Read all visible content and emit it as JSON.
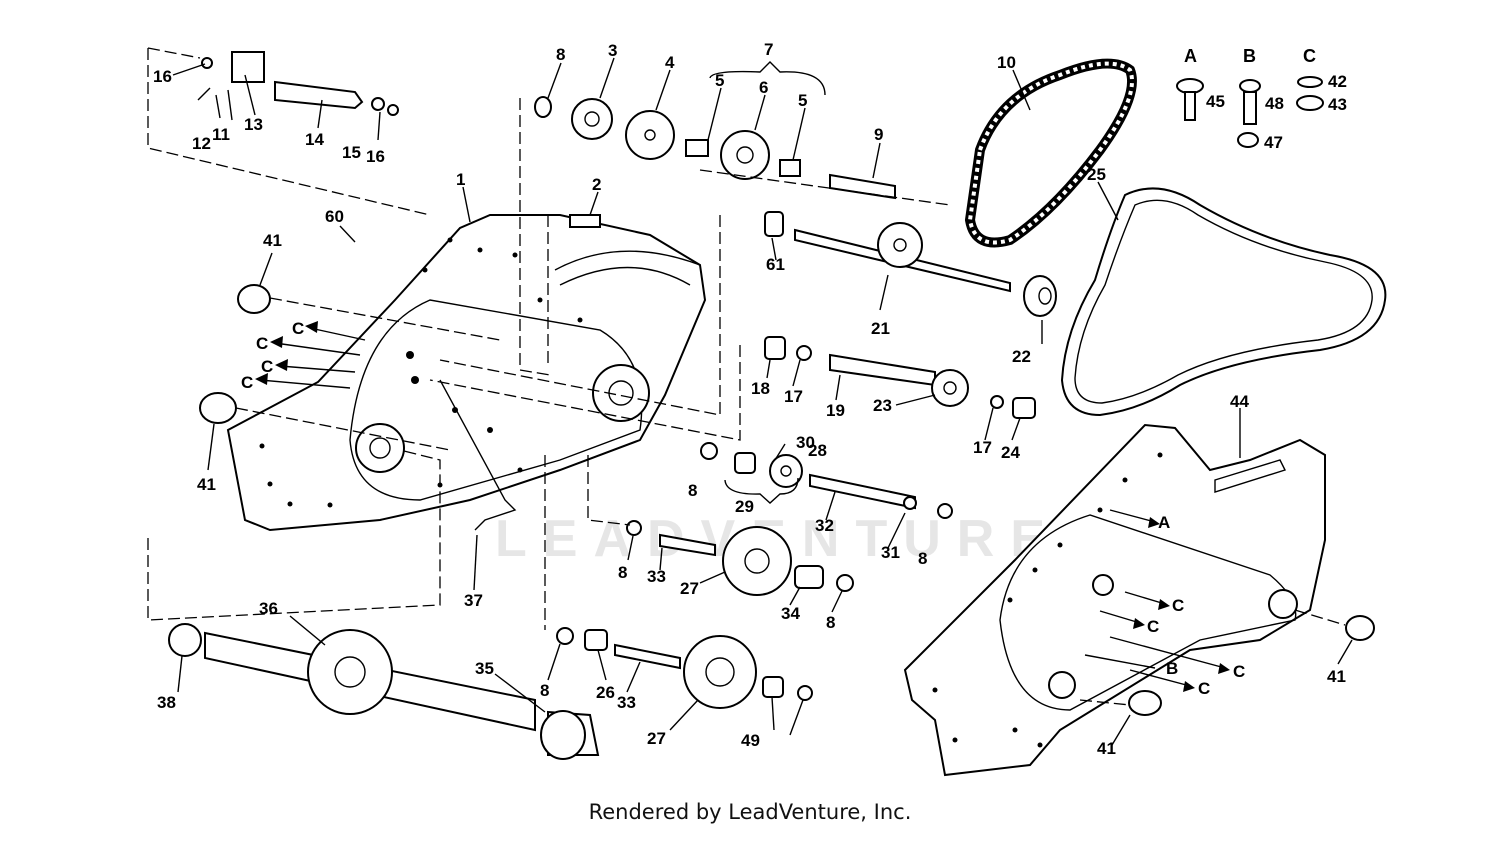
{
  "footer": "Rendered by LeadVenture, Inc.",
  "watermark": "LEADVENTURE",
  "hardware_key": {
    "headers": [
      "A",
      "B",
      "C"
    ],
    "items": [
      "45",
      "48",
      "47",
      "42",
      "43"
    ]
  },
  "part_labels": [
    "1",
    "2",
    "3",
    "4",
    "5",
    "5",
    "6",
    "7",
    "8",
    "8",
    "8",
    "8",
    "8",
    "8",
    "9",
    "10",
    "11",
    "12",
    "13",
    "14",
    "15",
    "16",
    "16",
    "17",
    "17",
    "18",
    "19",
    "21",
    "22",
    "23",
    "24",
    "25",
    "26",
    "27",
    "27",
    "28",
    "29",
    "30",
    "31",
    "32",
    "33",
    "33",
    "34",
    "35",
    "36",
    "37",
    "38",
    "41",
    "41",
    "41",
    "41",
    "44",
    "49",
    "60",
    "61"
  ],
  "callouts": [
    "C",
    "C",
    "C",
    "C",
    "C",
    "C",
    "C",
    "C",
    "A",
    "B"
  ]
}
